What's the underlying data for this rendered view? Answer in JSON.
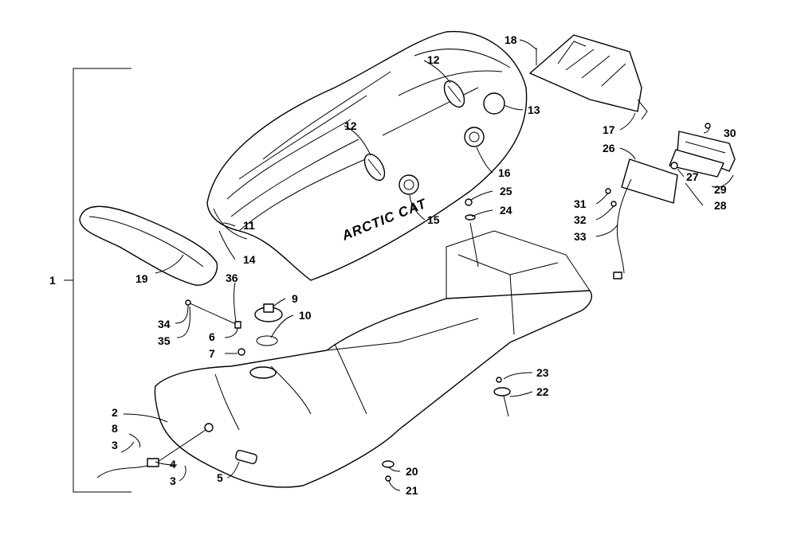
{
  "diagram": {
    "brand_text": "ARCTIC CAT",
    "callouts": {
      "c1": "1",
      "c2": "2",
      "c3a": "3",
      "c3b": "3",
      "c4": "4",
      "c5": "5",
      "c6": "6",
      "c7": "7",
      "c8": "8",
      "c9": "9",
      "c10": "10",
      "c11": "11",
      "c12a": "12",
      "c12b": "12",
      "c13": "13",
      "c14": "14",
      "c15": "15",
      "c16": "16",
      "c17": "17",
      "c18": "18",
      "c19": "19",
      "c20": "20",
      "c21": "21",
      "c22": "22",
      "c23": "23",
      "c24": "24",
      "c25": "25",
      "c26": "26",
      "c27": "27",
      "c28": "28",
      "c29": "29",
      "c30": "30",
      "c31": "31",
      "c32": "32",
      "c33": "33",
      "c34": "34",
      "c35": "35",
      "c36": "36"
    }
  }
}
